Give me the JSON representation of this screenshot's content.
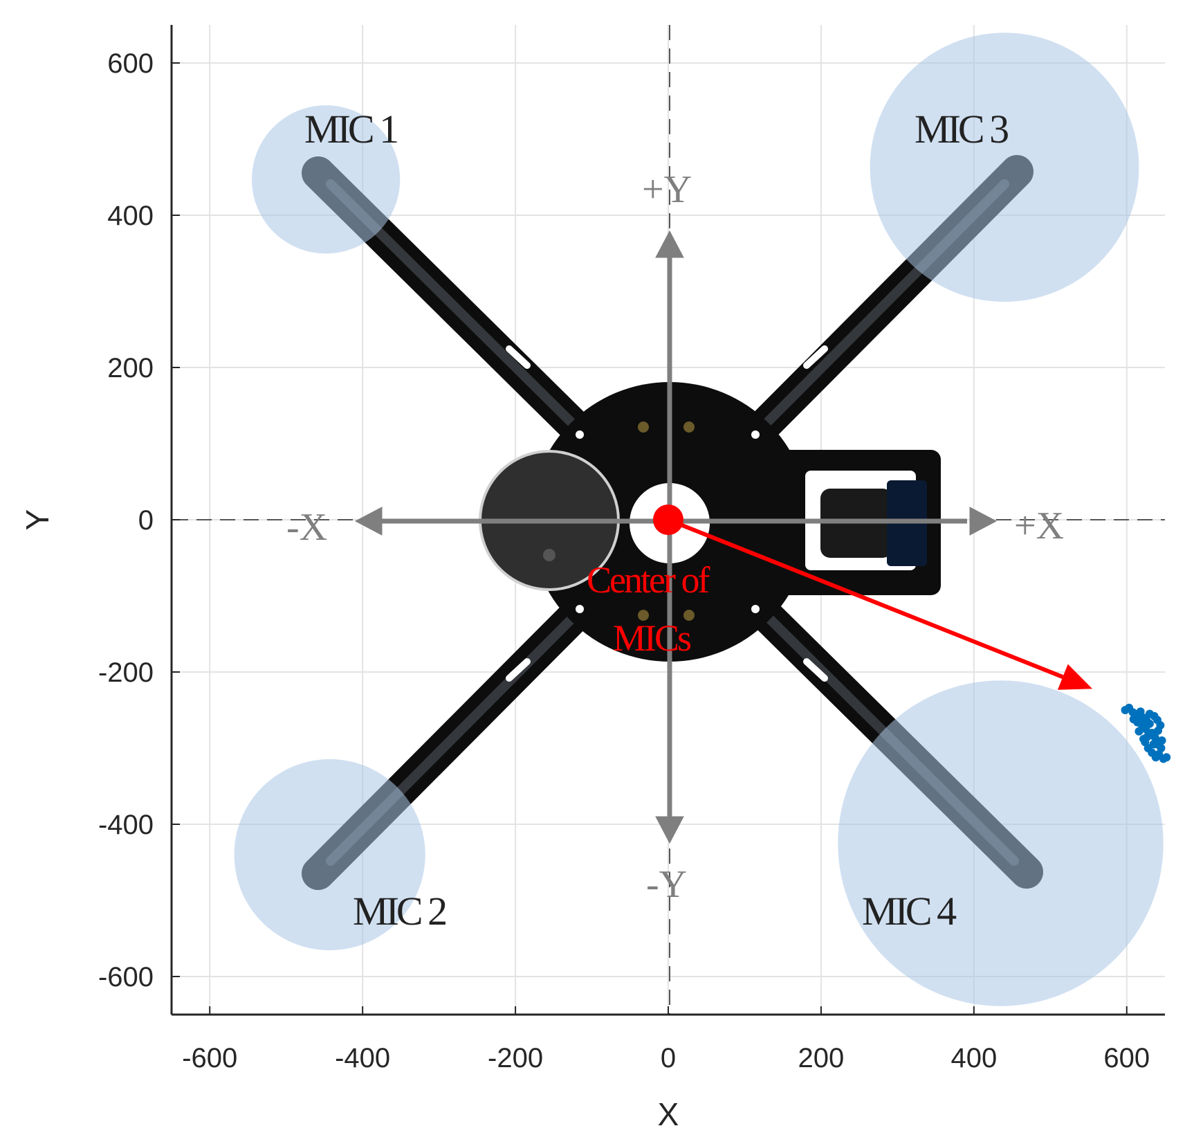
{
  "chart_data": {
    "type": "scatter",
    "xlabel": "X",
    "ylabel": "Y",
    "xlim": [
      -650,
      650
    ],
    "ylim": [
      -650,
      650
    ],
    "xticks": [
      -600,
      -400,
      -200,
      0,
      200,
      400,
      600
    ],
    "yticks": [
      -600,
      -400,
      -200,
      0,
      200,
      400,
      600
    ],
    "grid": true,
    "mic_regions": [
      {
        "label": "MIC 1",
        "cx": -448,
        "cy": 447,
        "r": 97
      },
      {
        "label": "MIC 2",
        "cx": -443,
        "cy": -440,
        "r": 125
      },
      {
        "label": "MIC 3",
        "cx": 440,
        "cy": 463,
        "r": 176
      },
      {
        "label": "MIC 4",
        "cx": 435,
        "cy": -425,
        "r": 213
      }
    ],
    "direction_labels": {
      "pos_y": "+Y",
      "neg_y": "-Y",
      "neg_x": "-X",
      "pos_x": "+X"
    },
    "center": {
      "label_line1": "Center of",
      "label_line2": "MICs",
      "x": 0,
      "y": 0
    },
    "direction_vector": {
      "x_start": 0,
      "y_start": 0,
      "x_end": 555,
      "y_end": -222
    },
    "estimated_points": [
      [
        598,
        -250
      ],
      [
        603,
        -247
      ],
      [
        608,
        -253
      ],
      [
        612,
        -258
      ],
      [
        617,
        -262
      ],
      [
        622,
        -260
      ],
      [
        630,
        -255
      ],
      [
        636,
        -258
      ],
      [
        640,
        -263
      ],
      [
        644,
        -270
      ],
      [
        641,
        -277
      ],
      [
        633,
        -280
      ],
      [
        627,
        -285
      ],
      [
        624,
        -292
      ],
      [
        628,
        -300
      ],
      [
        633,
        -306
      ],
      [
        638,
        -312
      ],
      [
        642,
        -308
      ],
      [
        645,
        -300
      ],
      [
        646,
        -290
      ],
      [
        620,
        -270
      ],
      [
        614,
        -266
      ],
      [
        616,
        -278
      ],
      [
        622,
        -288
      ],
      [
        635,
        -295
      ],
      [
        630,
        -268
      ],
      [
        625,
        -275
      ],
      [
        637,
        -286
      ],
      [
        640,
        -295
      ],
      [
        648,
        -314
      ],
      [
        652,
        -312
      ],
      [
        618,
        -252
      ],
      [
        609,
        -262
      ],
      [
        626,
        -264
      ]
    ]
  },
  "colors": {
    "mic_fill": "#a9c6e6",
    "frame": "#0d0d0d",
    "arrow_gray": "#7f7f7f",
    "center_red": "#ff0000",
    "points_blue": "#0072bd"
  }
}
